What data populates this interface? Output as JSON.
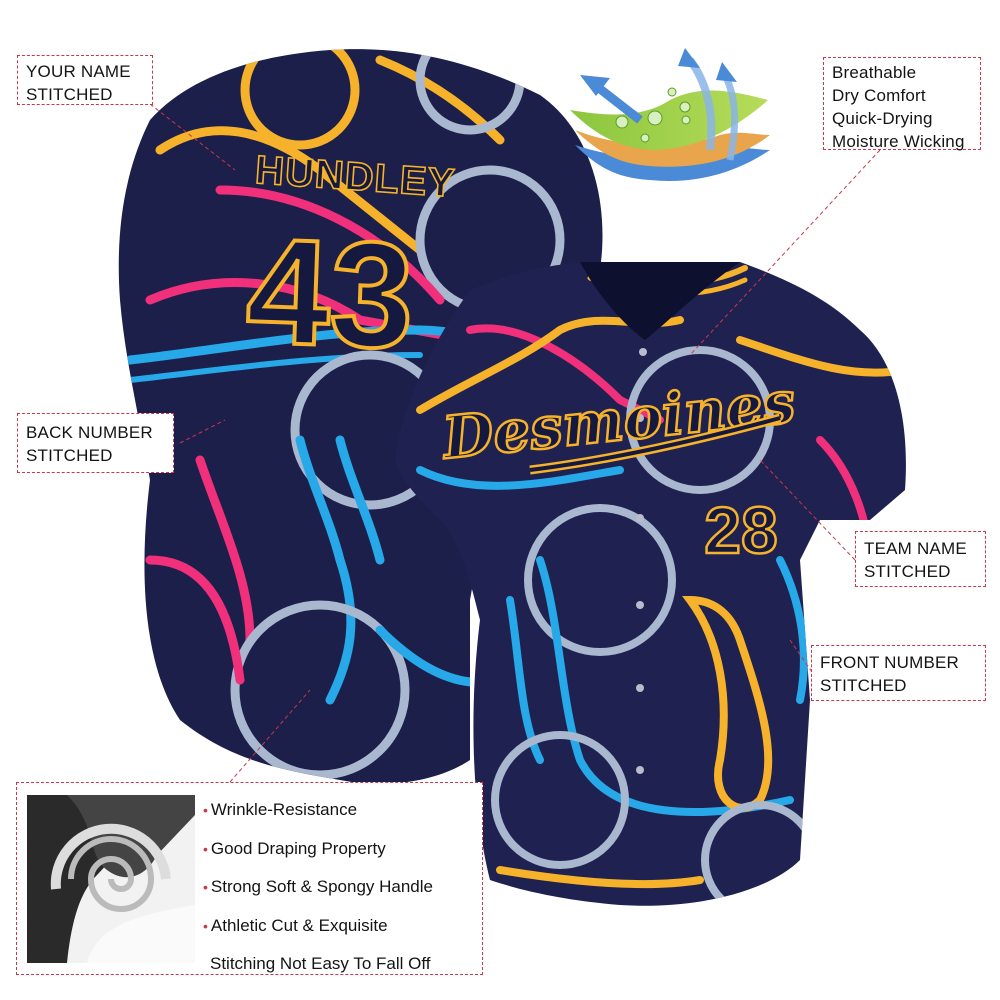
{
  "product": {
    "back_name": "HUNDLEY",
    "back_number": "43",
    "team_name": "Desmoines",
    "front_number": "28"
  },
  "callouts": {
    "your_name": [
      "YOUR NAME",
      "STITCHED"
    ],
    "back_number": [
      "BACK NUMBER",
      "STITCHED"
    ],
    "team_name": [
      "TEAM NAME",
      "STITCHED"
    ],
    "front_number": [
      "FRONT NUMBER",
      "STITCHED"
    ],
    "fabric_tech": [
      "Breathable",
      "Dry Comfort",
      "Quick-Drying",
      "Moisture Wicking"
    ]
  },
  "features": [
    {
      "text": "Wrinkle-Resistance",
      "bullet": true
    },
    {
      "text": "Good Draping Property",
      "bullet": true
    },
    {
      "text": "Strong Soft & Spongy Handle",
      "bullet": true
    },
    {
      "text": "Athletic Cut & Exquisite",
      "bullet": true
    },
    {
      "text": "Stitching Not Easy To Fall Off",
      "bullet": false
    }
  ],
  "colors": {
    "jersey_navy": "#1c1f4a",
    "trim_gold": "#f5b22a",
    "neon_pink": "#f0307a",
    "neon_blue": "#27a8e8",
    "ball_gray": "#a9b7cf",
    "callout_border": "#c9374a"
  }
}
